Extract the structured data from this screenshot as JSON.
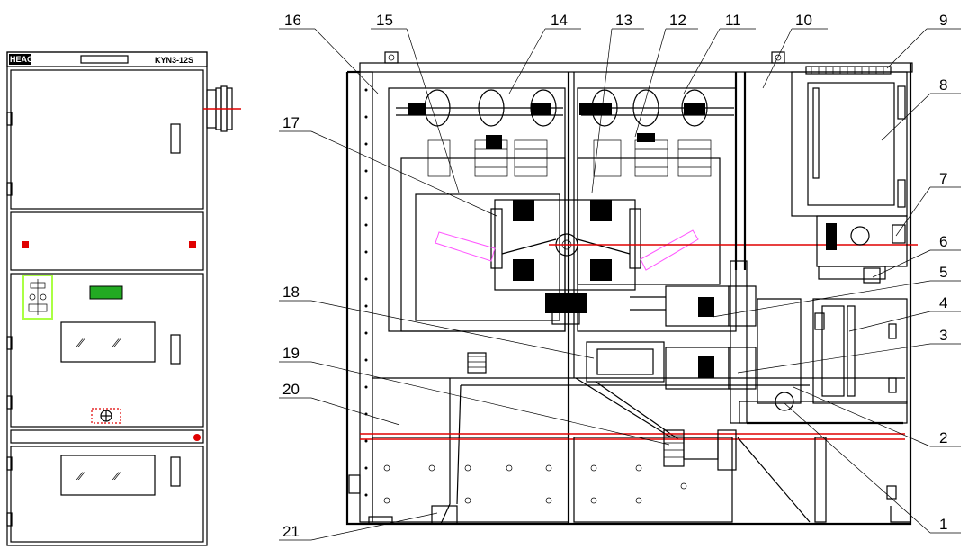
{
  "front_view": {
    "brand": "HEAG",
    "model": "KYN3-12S"
  },
  "callouts": [
    {
      "id": "1",
      "label": "1"
    },
    {
      "id": "2",
      "label": "2"
    },
    {
      "id": "3",
      "label": "3"
    },
    {
      "id": "4",
      "label": "4"
    },
    {
      "id": "5",
      "label": "5"
    },
    {
      "id": "6",
      "label": "6"
    },
    {
      "id": "7",
      "label": "7"
    },
    {
      "id": "8",
      "label": "8"
    },
    {
      "id": "9",
      "label": "9"
    },
    {
      "id": "10",
      "label": "10"
    },
    {
      "id": "11",
      "label": "11"
    },
    {
      "id": "12",
      "label": "12"
    },
    {
      "id": "13",
      "label": "13"
    },
    {
      "id": "14",
      "label": "14"
    },
    {
      "id": "15",
      "label": "15"
    },
    {
      "id": "16",
      "label": "16"
    },
    {
      "id": "17",
      "label": "17"
    },
    {
      "id": "18",
      "label": "18"
    },
    {
      "id": "19",
      "label": "19"
    },
    {
      "id": "20",
      "label": "20"
    },
    {
      "id": "21",
      "label": "21"
    }
  ],
  "colors": {
    "line": "#000000",
    "red_line": "#e00000",
    "pink_outline": "#ff55ff",
    "green_panel": "#22aa22",
    "indicator_green": "#aaff44",
    "background": "#ffffff"
  }
}
